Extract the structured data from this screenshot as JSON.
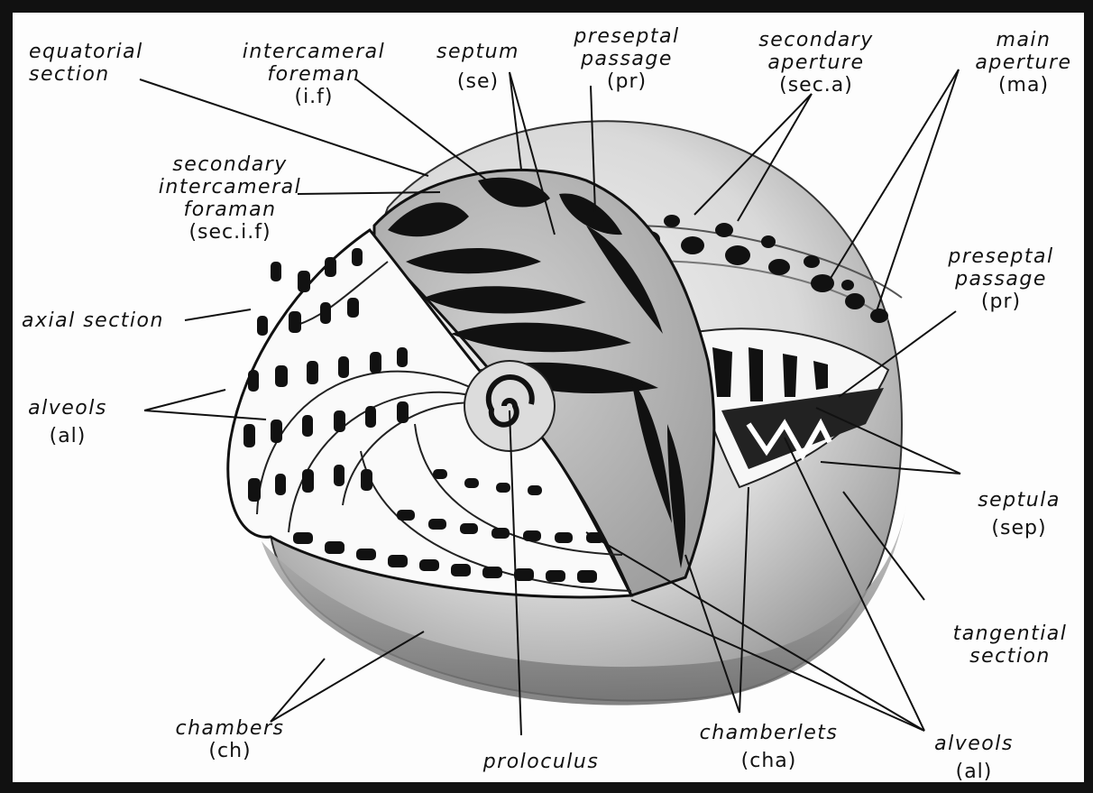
{
  "labels": {
    "equatorial_section": {
      "line1": "equatorial",
      "line2": "section"
    },
    "intercameral_foreman": {
      "line1": "intercameral",
      "line2": "foreman",
      "abbr": "(i.f)"
    },
    "septum": {
      "name": "septum",
      "abbr": "(se)"
    },
    "preseptal_passage_top": {
      "line1": "preseptal",
      "line2": "passage",
      "abbr": "(pr)"
    },
    "secondary_aperture": {
      "line1": "secondary",
      "line2": "aperture",
      "abbr": "(sec.a)"
    },
    "main_aperture": {
      "line1": "main",
      "line2": "aperture",
      "abbr": "(ma)"
    },
    "secondary_intercameral_foraman": {
      "line1": "secondary",
      "line2": "intercameral",
      "line3": "foraman",
      "abbr": "(sec.i.f)"
    },
    "preseptal_passage_right": {
      "line1": "preseptal",
      "line2": "passage",
      "abbr": "(pr)"
    },
    "axial_section": {
      "name": "axial section"
    },
    "alveols_left": {
      "name": "alveols",
      "abbr": "(al)"
    },
    "septula": {
      "name": "septula",
      "abbr": "(sep)"
    },
    "tangential_section": {
      "line1": "tangential",
      "line2": "section"
    },
    "chambers": {
      "name": "chambers",
      "abbr": "(ch)"
    },
    "proloculus": {
      "name": "proloculus"
    },
    "chamberlets": {
      "name": "chamberlets",
      "abbr": "(cha)"
    },
    "alveols_right": {
      "name": "alveols",
      "abbr": "(al)"
    }
  }
}
